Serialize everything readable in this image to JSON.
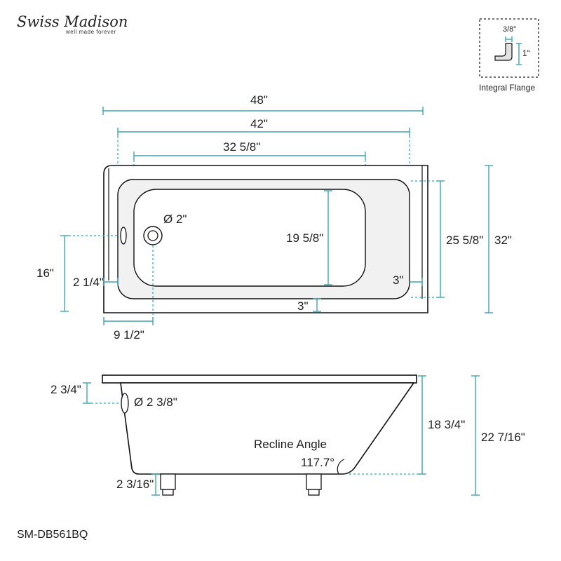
{
  "brand": {
    "name": "Swiss Madison",
    "tagline": "well made forever"
  },
  "flange": {
    "label": "Integral Flange",
    "thickness": "3/8\"",
    "height": "1\""
  },
  "top_view": {
    "overall_length": "48\"",
    "flange_length": "42\"",
    "basin_length": "32 5/8\"",
    "drain_diameter": "Ø 2\"",
    "basin_width": "19 5/8\"",
    "inner_width": "25 5/8\"",
    "overall_width": "32\"",
    "wall_right": "3\"",
    "wall_front": "3\"",
    "drain_height": "16\"",
    "side_offset": "2 1/4\"",
    "drain_offset": "9 1/2\""
  },
  "side_view": {
    "overflow_drop": "2 3/4\"",
    "overflow_diameter": "Ø 2 3/8\"",
    "inner_depth": "18 3/4\"",
    "overall_height": "22 7/16\"",
    "recline_label": "Recline Angle",
    "recline_angle": "117.7°",
    "foot_height": "2 3/16\""
  },
  "model": "SM-DB561BQ"
}
